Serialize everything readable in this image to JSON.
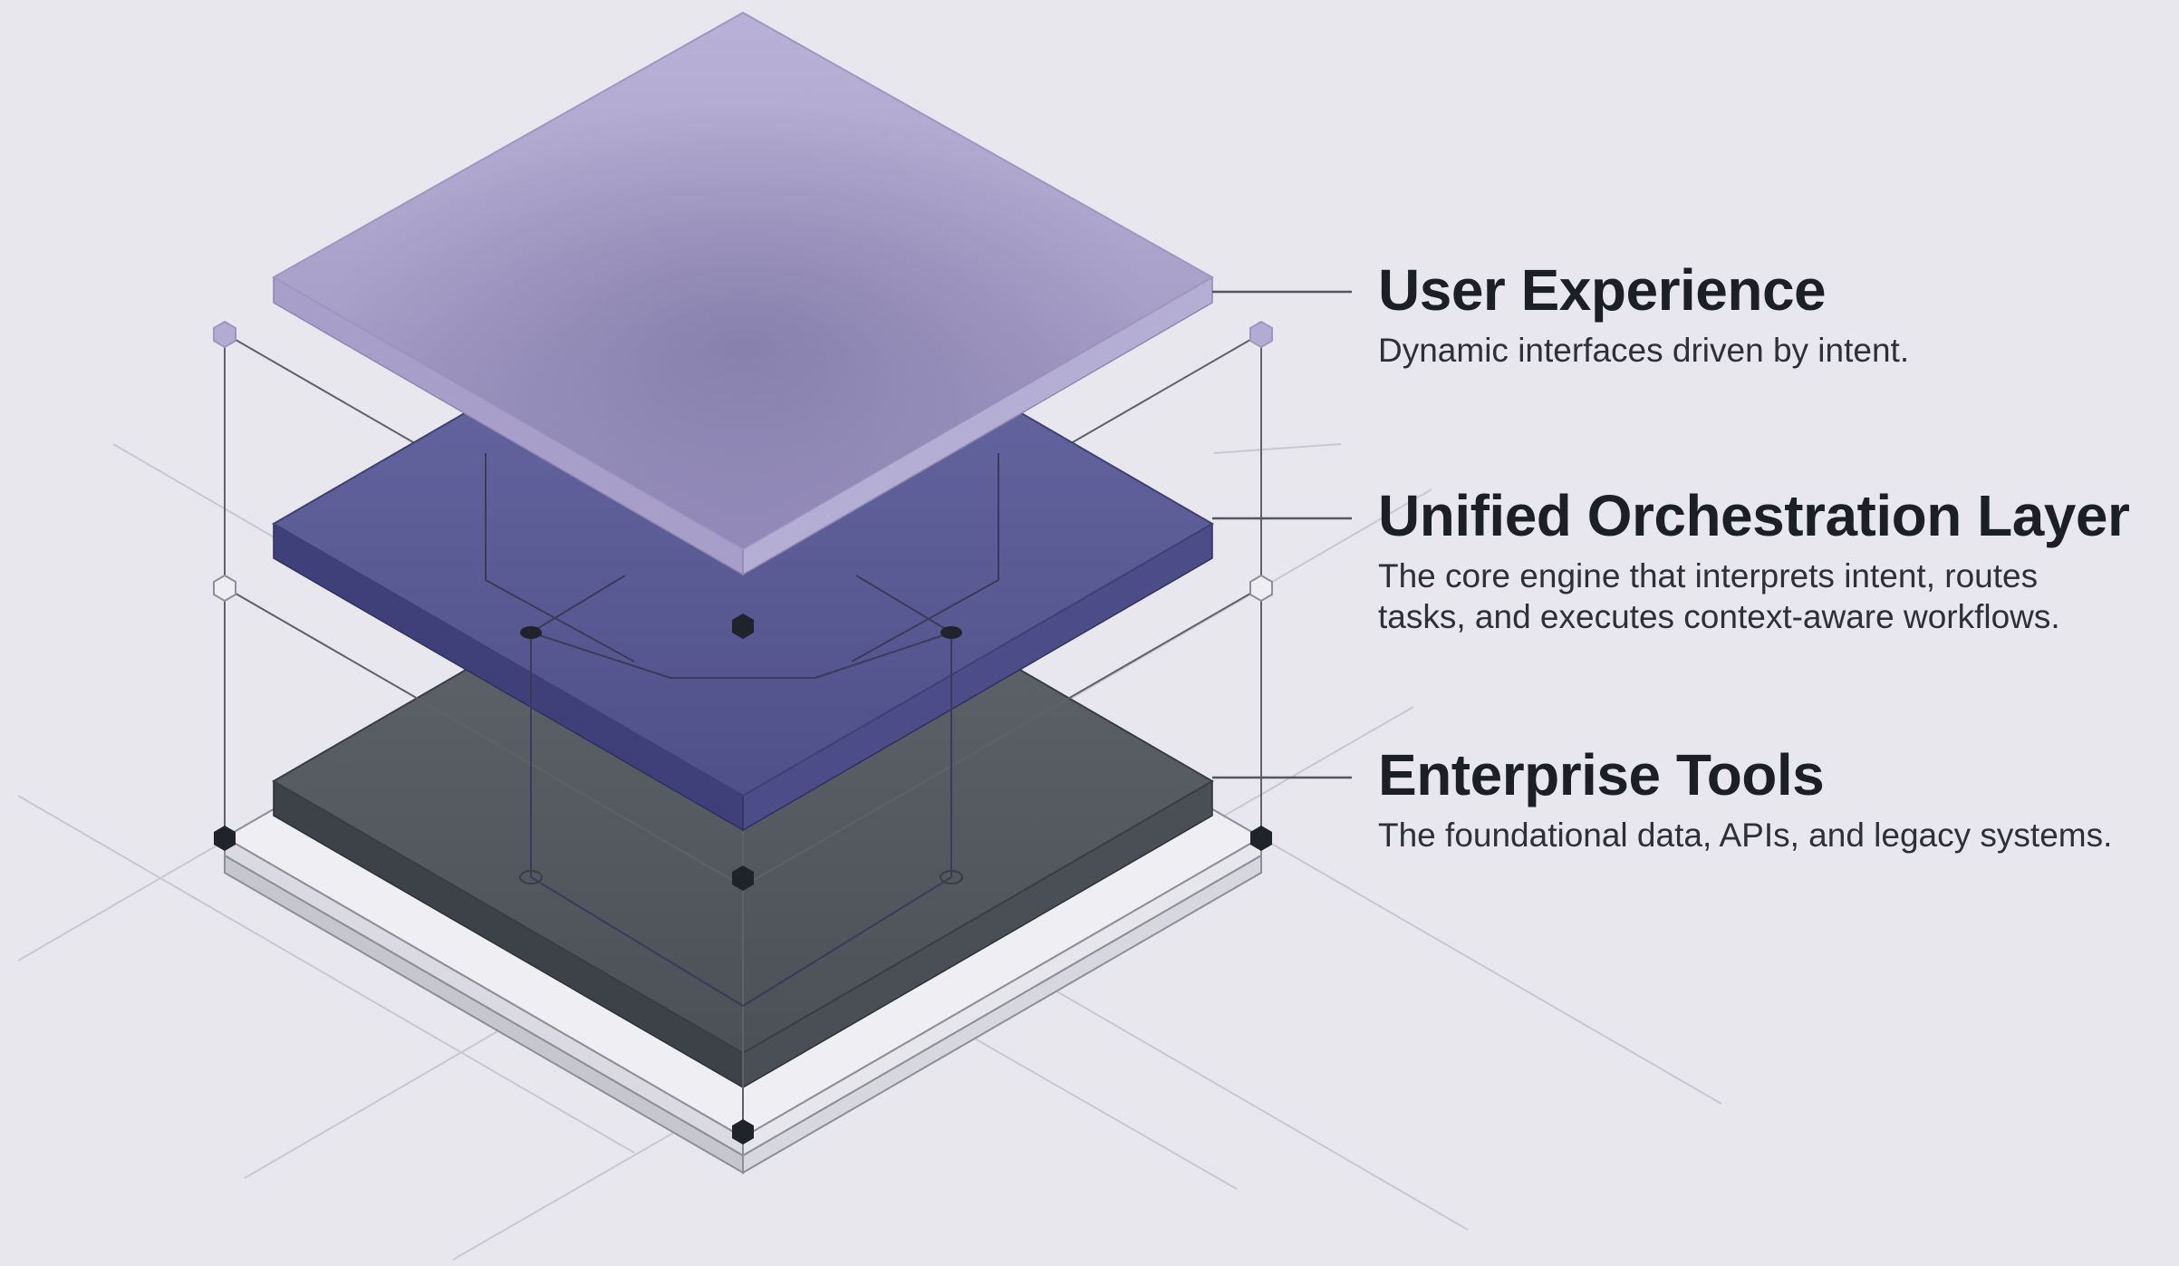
{
  "layers": [
    {
      "id": "user-experience",
      "title": "User Experience",
      "description": "Dynamic interfaces driven by intent."
    },
    {
      "id": "orchestration",
      "title": "Unified Orchestration Layer",
      "description": "The core engine that interprets intent, routes\ntasks, and executes context-aware workflows."
    },
    {
      "id": "enterprise-tools",
      "title": "Enterprise Tools",
      "description": "The foundational data, APIs, and legacy systems."
    }
  ],
  "colors": {
    "background": "#e8e7ed",
    "user_experience_top": "#b2a9cf",
    "orchestration_top": "#5a5a94",
    "enterprise_tools_top": "#55595f",
    "base_plate": "#d8d8de",
    "line": "#6b6d75",
    "node": "#22252b"
  }
}
